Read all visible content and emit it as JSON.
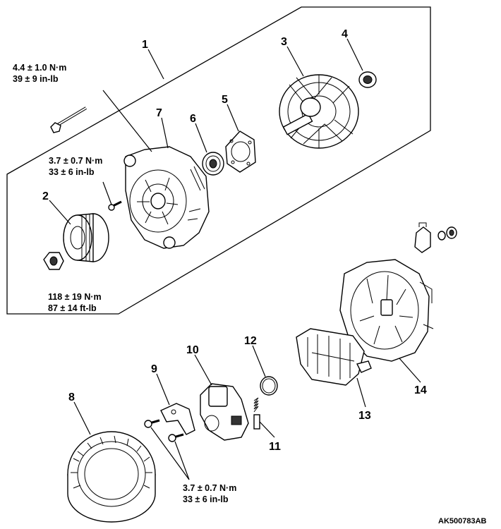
{
  "diagram_ref": "AK500783AB",
  "callouts": [
    {
      "id": "c1",
      "number": "1"
    },
    {
      "id": "c2",
      "number": "2"
    },
    {
      "id": "c3",
      "number": "3"
    },
    {
      "id": "c4",
      "number": "4"
    },
    {
      "id": "c5",
      "number": "5"
    },
    {
      "id": "c6",
      "number": "6"
    },
    {
      "id": "c7",
      "number": "7"
    },
    {
      "id": "c8",
      "number": "8"
    },
    {
      "id": "c9",
      "number": "9"
    },
    {
      "id": "c10",
      "number": "10"
    },
    {
      "id": "c11",
      "number": "11"
    },
    {
      "id": "c12",
      "number": "12"
    },
    {
      "id": "c13",
      "number": "13"
    },
    {
      "id": "c14",
      "number": "14"
    }
  ],
  "torque_specs": [
    {
      "metric": "4.4 ± 1.0 N·m",
      "imperial": "39 ± 9 in-lb"
    },
    {
      "metric": "3.7 ± 0.7 N·m",
      "imperial": "33 ± 6 in-lb"
    },
    {
      "metric": "118 ± 19 N·m",
      "imperial": "87 ± 14 ft-lb"
    },
    {
      "metric": "3.7 ± 0.7 N·m",
      "imperial": "33 ± 6 in-lb"
    }
  ]
}
